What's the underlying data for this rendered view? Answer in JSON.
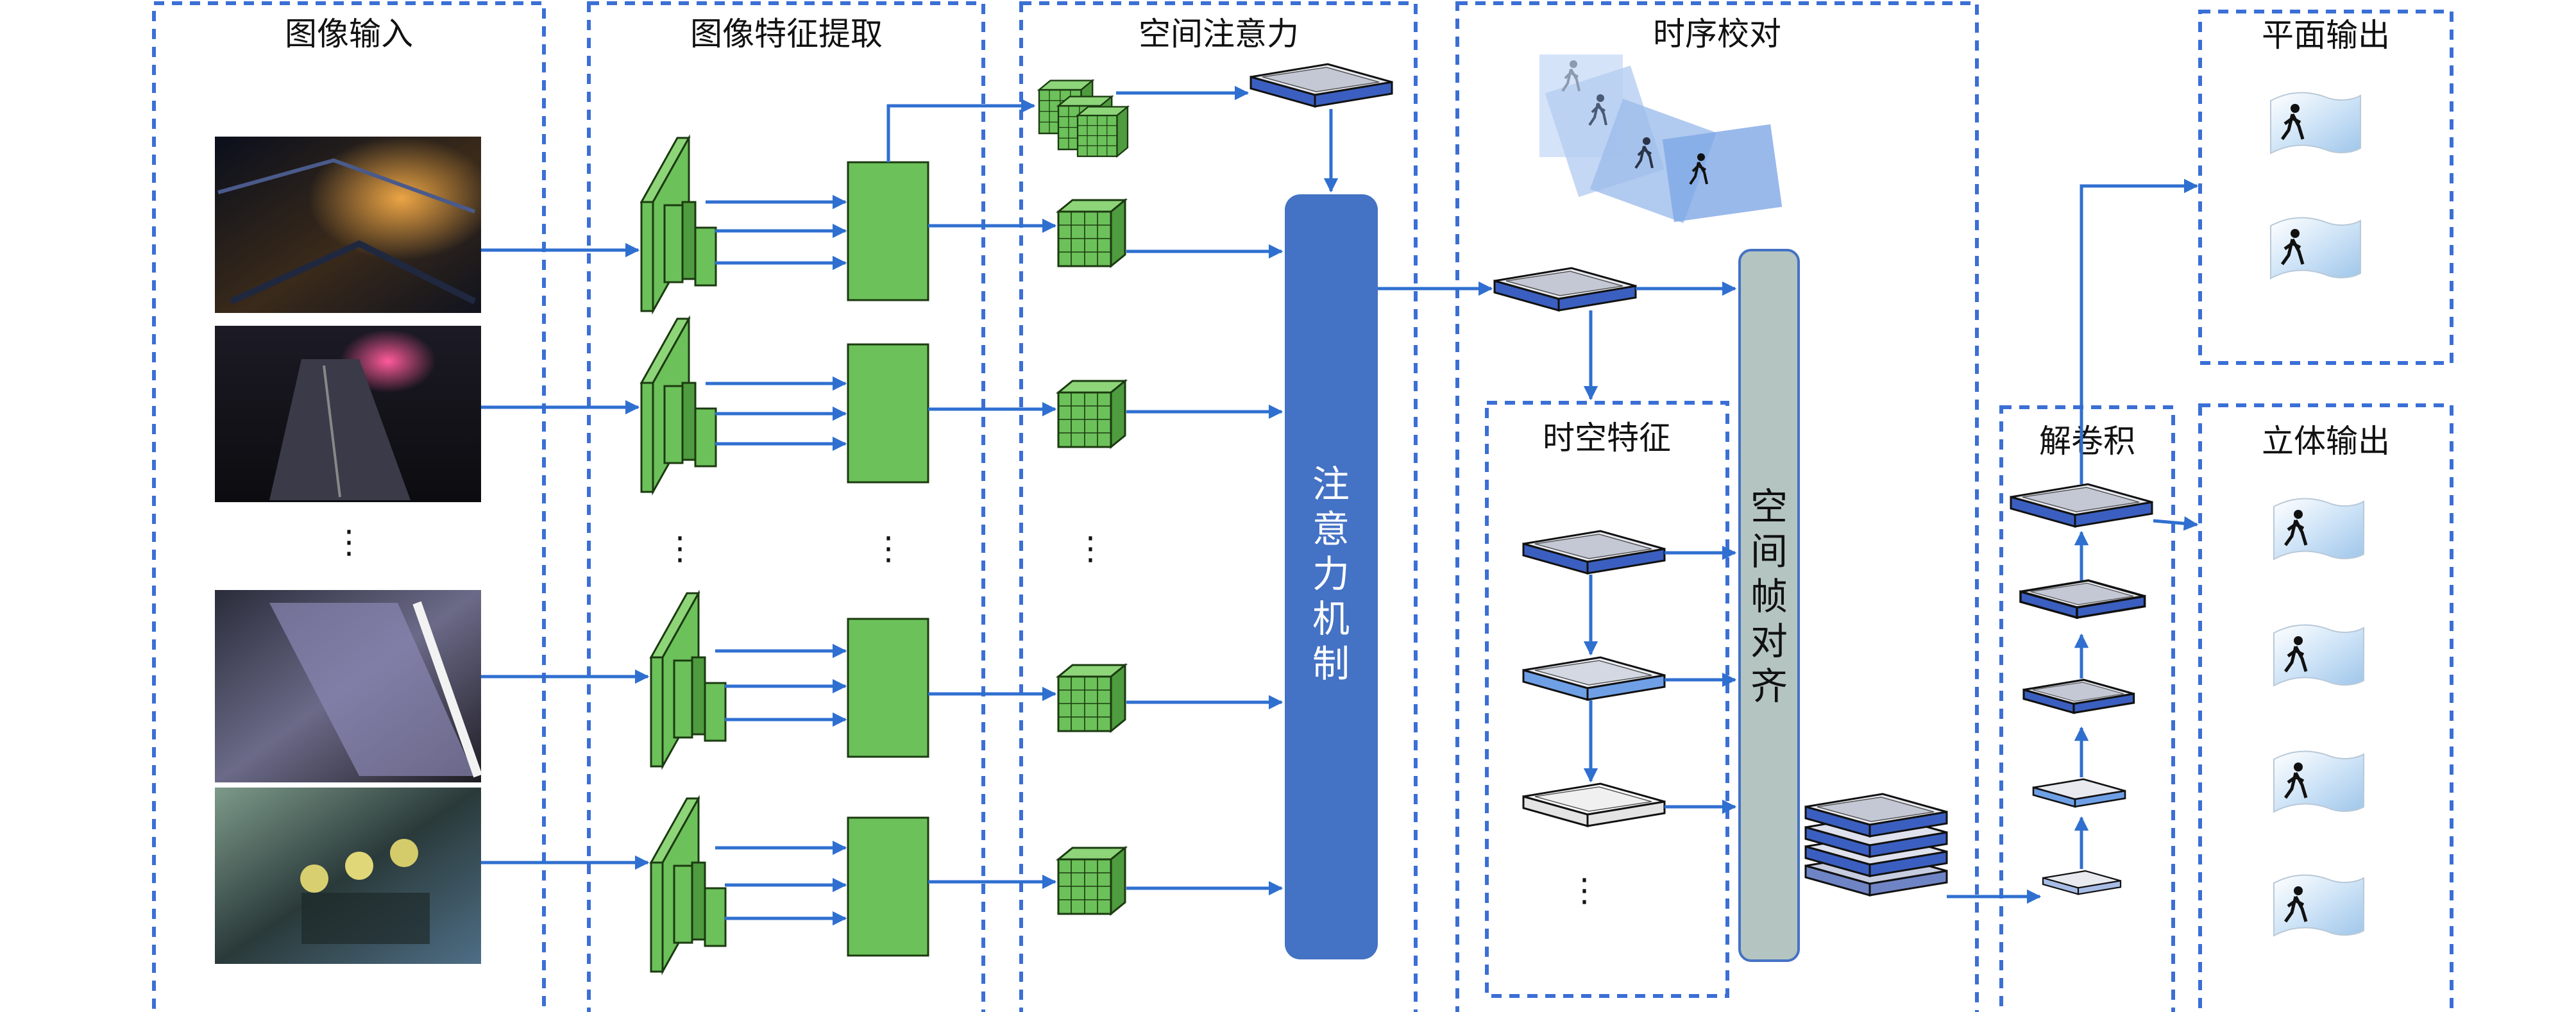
{
  "panels": {
    "image_input": "图像输入",
    "feature_extraction": "图像特征提取",
    "spatial_attention": "空间注意力",
    "temporal_alignment": "时序校对",
    "spatiotemporal_feature": "时空特征",
    "deconvolution": "解卷积",
    "planar_output": "平面输出",
    "stereo_output": "立体输出"
  },
  "blocks": {
    "attention_mechanism": [
      "注",
      "意",
      "力",
      "机",
      "制"
    ],
    "spatial_frame_alignment": [
      "空",
      "间",
      "帧",
      "对",
      "齐"
    ]
  },
  "ellipsis": "⋮",
  "colors": {
    "panel_border": "#3b6fd6",
    "arrow": "#2f6fd0",
    "cnn_green": "#6cc15a",
    "attention_blue": "#4472c4",
    "alignment_gray": "#b4c4c0"
  },
  "icons": {
    "person": "walking-person-icon",
    "output_sheet": "curved-sheet-icon"
  }
}
